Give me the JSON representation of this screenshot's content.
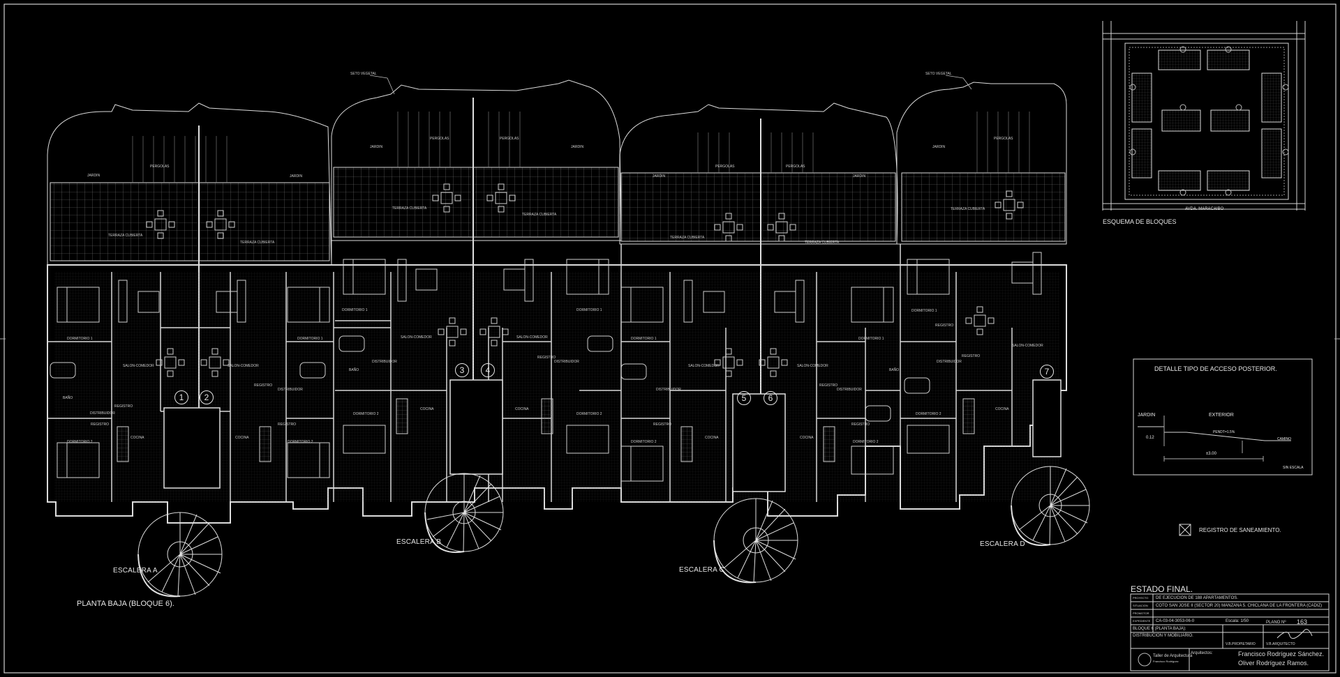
{
  "plan": {
    "title": "PLANTA BAJA (BLOQUE 6).",
    "stairs": [
      "ESCALERA A",
      "ESCALERA B",
      "ESCALERA C",
      "ESCALERA D"
    ],
    "unit_numbers": [
      "1",
      "2",
      "3",
      "4",
      "5",
      "6",
      "7"
    ],
    "room_labels": {
      "jardin": "JARDIN",
      "pergolas": "PERGOLAS",
      "terraza": "TERRAZA CUBIERTA",
      "salon": "SALON-COMEDOR",
      "dormitorio1": "DORMITORIO 1",
      "dormitorio2": "DORMITORIO 2",
      "cocina": "COCINA",
      "bano": "BAÑO",
      "distribuidor": "DISTRIBUIDOR",
      "registro": "REGISTRO",
      "seto": "SETO VEGETAL"
    }
  },
  "scheme": {
    "title": "ESQUEMA DE BLOQUES",
    "street": "AVDA. MARACAIBO"
  },
  "detail": {
    "title": "DETALLE TIPO DE ACCESO POSTERIOR.",
    "jardin": "JARDIN",
    "exterior": "EXTERIOR",
    "height": "0.12",
    "slope": "PENDT=1.5%",
    "camino": "CAMINO",
    "dim": "±3.00",
    "scale_note": "SIN ESCALA"
  },
  "legend": {
    "text": "REGISTRO DE SANEAMIENTO."
  },
  "titleblock": {
    "heading": "ESTADO FINAL.",
    "proyecto_label": "PROYECTO",
    "proyecto": "DE EJECUCION DE 188 APARTAMENTOS.",
    "situacion_label": "SITUACION",
    "situacion": "COTO SAN JOSE II (SECTOR 20) MANZANA 5.   CHICLANA DE LA FRONTERA (CADIZ)",
    "promotor_label": "PROMOTOR",
    "expediente_label": "EXPEDIENTE",
    "expediente": "CA-03-04-3053-06-0",
    "escala": "Escala: 1/50",
    "plano_label": "PLANO Nº",
    "plano_num": "163",
    "block_desc_1": "BLOQUE 6 (PLANTA BAJA):",
    "block_desc_2": "DISTRIBUCION Y MOBILIARIO.",
    "vb_propietario": "V.B.PROPIETARIO",
    "vb_arquitecto": "V.B.ARQUITECTO",
    "arquitectos_label": "Arquitectos:",
    "architect_1": "Francisco Rodríguez Sánchez.",
    "architect_2": "Oliver Rodríguez Ramos.",
    "studio": "Taller de Arquitectura",
    "studio_sub": "Francisco Rodriguez"
  }
}
